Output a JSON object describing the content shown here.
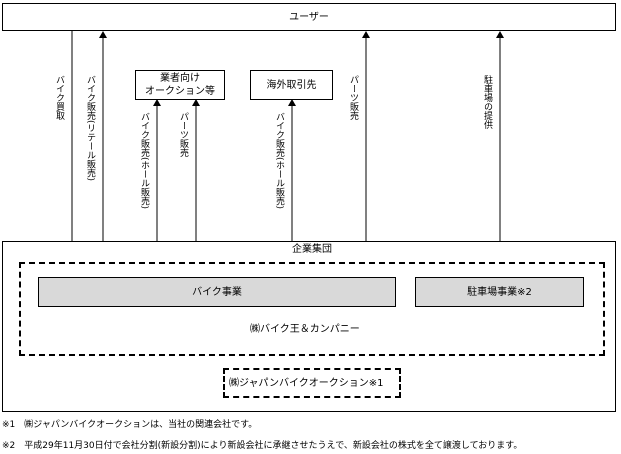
{
  "nodes": {
    "user": "ユーザー",
    "dealer_auction": [
      "業者向け",
      "オークション等"
    ],
    "overseas": "海外取引先",
    "group": "企業集団",
    "bike_business": "バイク事業",
    "parking_business": "駐車場事業※2",
    "company": "㈱バイク王＆カンパニー",
    "auction_company": "㈱ジャパンバイクオークション※1"
  },
  "flows": {
    "bike_purchase": "バイク買取",
    "bike_sales_retail": "バイク販売(リテール販売)",
    "bike_sales_wholesale_1": "バイク販売(ホール販売)",
    "parts_sales_1": "パーツ販売",
    "bike_sales_wholesale_2": "バイク販売(ホール販売)",
    "parts_sales_2": "パーツ販売",
    "parking_provision": "駐車場の提供"
  },
  "notes": {
    "note1": "※1　㈱ジャパンバイクオークションは、当社の関連会社です。",
    "note2": "※2　平成29年11月30日付で会社分割(新設分割)により新設会社に承継させたうえで、新設会社の株式を全て譲渡しております。"
  }
}
